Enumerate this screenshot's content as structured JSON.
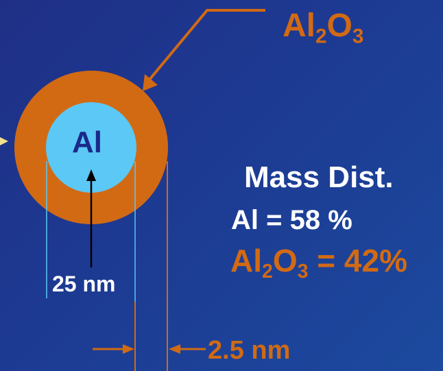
{
  "labels": {
    "shell_formula": {
      "main": "Al",
      "sub1": "2",
      "mid": "O",
      "sub2": "3"
    },
    "core": "Al",
    "diameter": "25 nm",
    "thickness": "2.5 nm",
    "mass_title": "Mass Dist.",
    "al_line": "Al = 58 %",
    "oxide_line": {
      "main": "Al",
      "sub1": "2",
      "mid": "O",
      "sub2": "3",
      "tail": " = 42%"
    }
  },
  "colors": {
    "shell": "#d26a14",
    "core": "#5bc8f5",
    "core_text": "#1a2a8a",
    "arrow": "#d26a14",
    "guide": "#5bc8f5",
    "edge_arrow": "#f5e08a"
  }
}
